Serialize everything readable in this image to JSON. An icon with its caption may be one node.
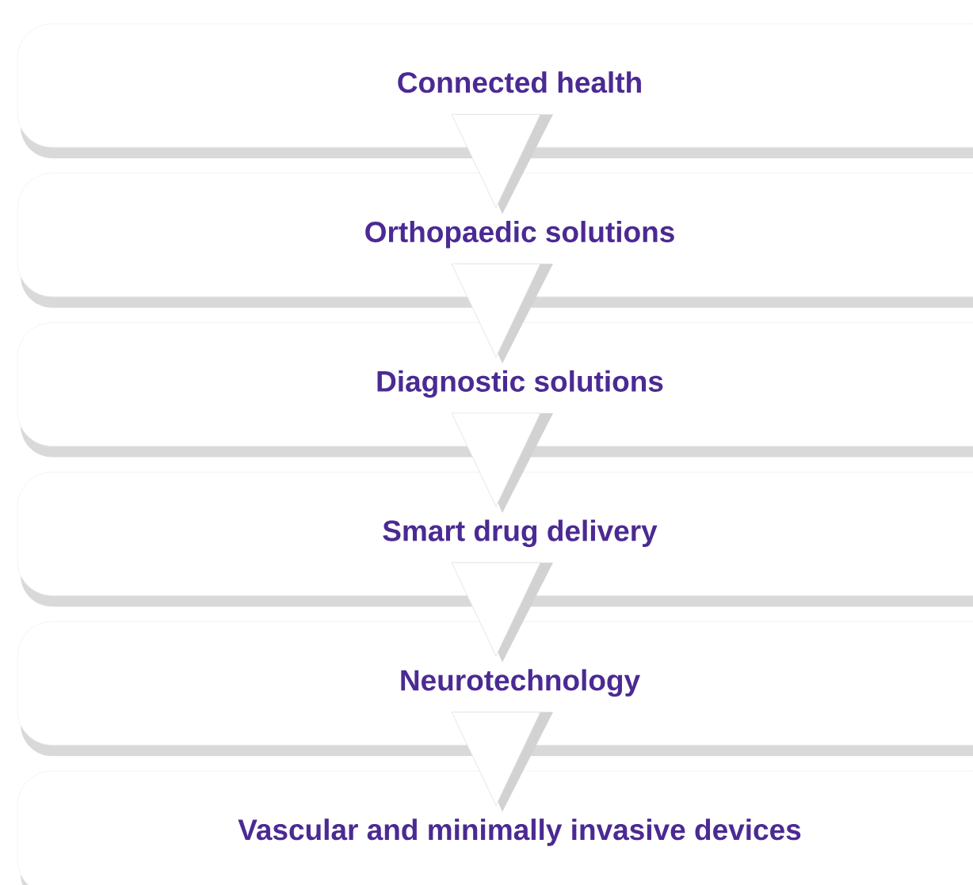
{
  "diagram": {
    "nodes": [
      {
        "text": [
          "Connected health"
        ]
      },
      {
        "text": [
          "Orthopaedic solutions"
        ]
      },
      {
        "text": [
          "Diagnostic solutions"
        ]
      },
      {
        "text": [
          "Smart drug delivery"
        ]
      },
      {
        "text": [
          "Neurotechnology"
        ]
      },
      {
        "text": [
          "Vascular and minimally invasive devices"
        ]
      }
    ],
    "edges": [
      {
        "from": 0,
        "to": 1,
        "arrow": "to"
      },
      {
        "from": 1,
        "to": 2,
        "arrow": "to"
      },
      {
        "from": 2,
        "to": 3,
        "arrow": "to"
      },
      {
        "from": 3,
        "to": 4,
        "arrow": "to"
      },
      {
        "from": 4,
        "to": 5,
        "arrow": "to"
      }
    ]
  }
}
